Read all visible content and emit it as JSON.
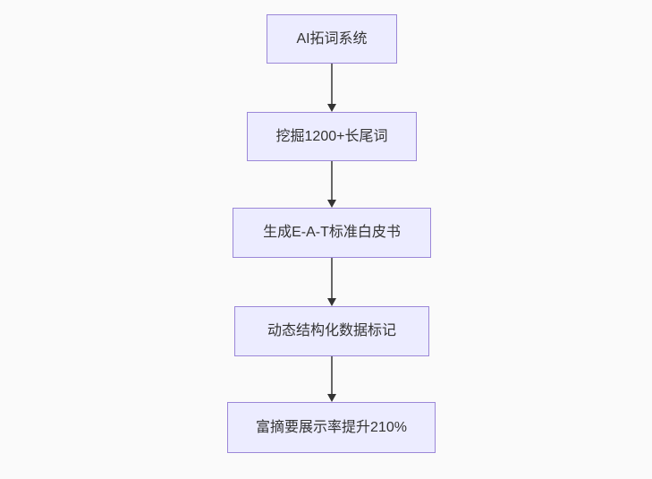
{
  "diagram": {
    "type": "flowchart",
    "direction": "top-to-bottom",
    "nodes": [
      {
        "label": "AI拓词系统"
      },
      {
        "label": "挖掘1200+长尾词"
      },
      {
        "label": "生成E-A-T标准白皮书"
      },
      {
        "label": "动态结构化数据标记"
      },
      {
        "label": "富摘要展示率提升210%"
      }
    ],
    "edges": [
      {
        "from": "AI拓词系统",
        "to": "挖掘1200+长尾词",
        "style": "arrow-down"
      },
      {
        "from": "挖掘1200+长尾词",
        "to": "生成E-A-T标准白皮书",
        "style": "arrow-down"
      },
      {
        "from": "生成E-A-T标准白皮书",
        "to": "动态结构化数据标记",
        "style": "arrow-down"
      },
      {
        "from": "动态结构化数据标记",
        "to": "富摘要展示率提升210%",
        "style": "arrow-down"
      }
    ],
    "colors": {
      "background": "#fafafa",
      "node_fill": "#ececff",
      "node_border": "#9b87d8",
      "node_text": "#333333",
      "edge_line": "#666666",
      "arrowhead": "#333333"
    }
  }
}
